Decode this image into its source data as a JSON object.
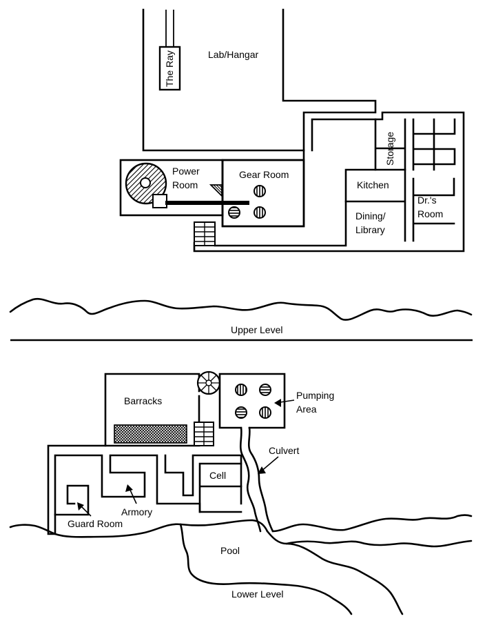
{
  "map": {
    "upper_level": {
      "level_label": "Upper Level",
      "rooms": {
        "the_ray": "The Ray",
        "lab_hangar": "Lab/Hangar",
        "storage": "Storage",
        "power_room_line1": "Power",
        "power_room_line2": "Room",
        "gear_room": "Gear Room",
        "kitchen": "Kitchen",
        "dining_line1": "Dining/",
        "dining_line2": "Library",
        "drs_room_line1": "Dr.'s",
        "drs_room_line2": "Room"
      }
    },
    "lower_level": {
      "level_label": "Lower Level",
      "rooms": {
        "barracks": "Barracks",
        "pumping_line1": "Pumping",
        "pumping_line2": "Area",
        "culvert": "Culvert",
        "cell": "Cell",
        "armory": "Armory",
        "guard_room": "Guard Room",
        "pool": "Pool"
      }
    },
    "icons": [
      "vertical-striped-gear-icon",
      "horizontal-striped-gear-icon",
      "spiral-stair-icon",
      "staircase-icon",
      "crosshatch-bunks-icon",
      "hatched-generator-icon",
      "arrow-icon"
    ]
  }
}
